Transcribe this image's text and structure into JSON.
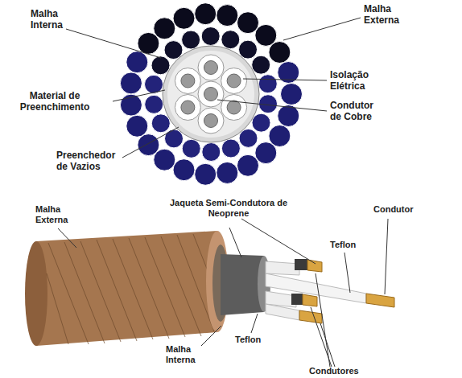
{
  "diagram": {
    "labels": [
      "Malha Interna",
      "Malha Externa",
      "Isolação Elétrica",
      "Condutor de Cobre",
      "Material de Preenchimento",
      "Preenchedor de Vazios",
      "Malha Externa",
      "Jaqueta Semi-Condutora de Neoprene",
      "Condutor",
      "Teflon",
      "Teflon",
      "Malha Interna",
      "Condutores"
    ]
  }
}
